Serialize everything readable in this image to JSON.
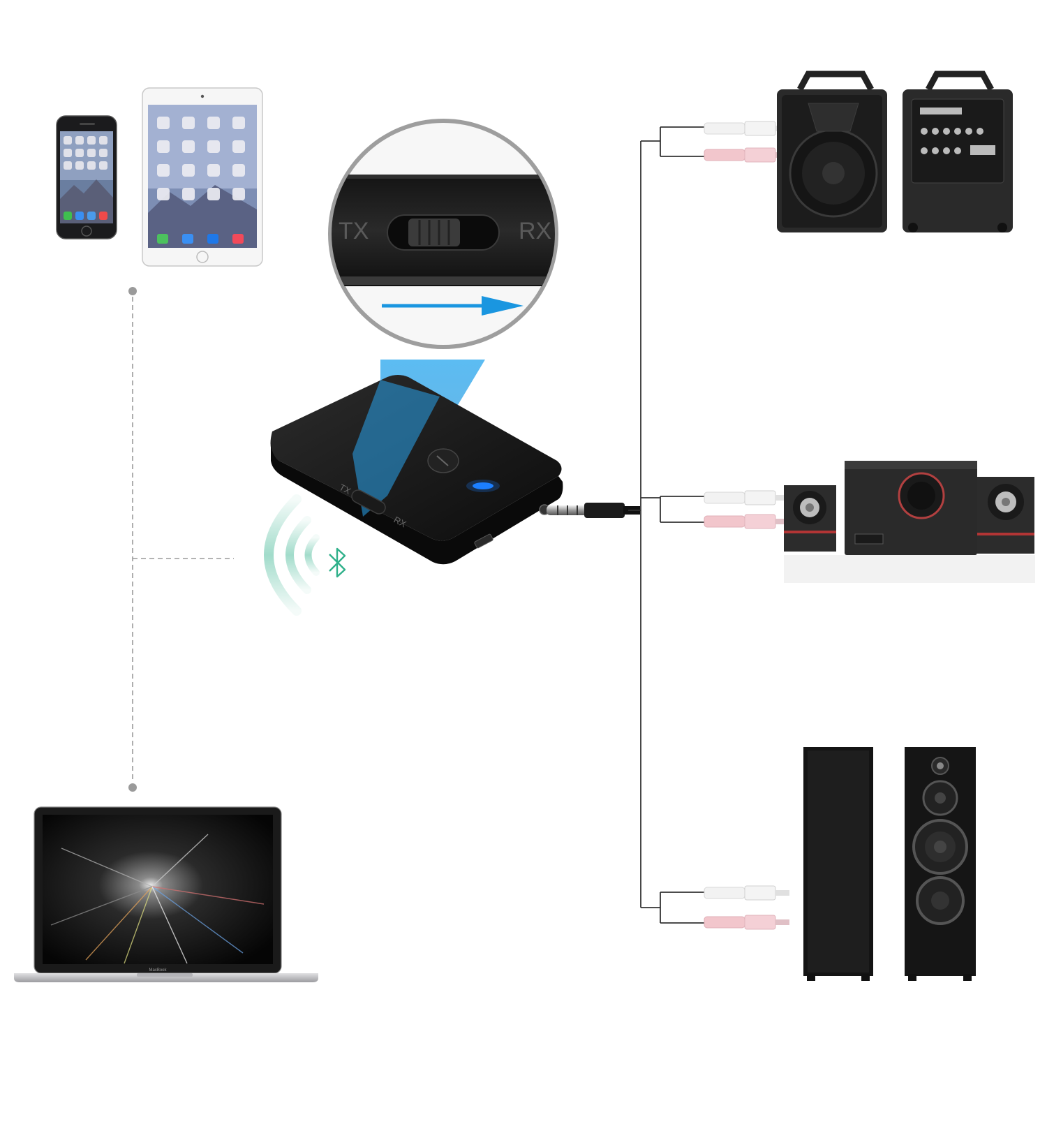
{
  "switch": {
    "tx_label": "TX",
    "rx_label": "RX"
  },
  "device": {
    "tx_label": "TX",
    "rx_label": "RX"
  },
  "laptop": {
    "brand_label": "MacBook"
  },
  "colors": {
    "arrow": "#1a96e0",
    "bluetooth": "#2fb08a",
    "led": "#1c7fff",
    "connector_line": "#333333",
    "dashed_line": "#9a9a9a",
    "rca_white": "#f2f2f2",
    "rca_red": "#f2c6cc"
  },
  "icons": {
    "bluetooth": "bluetooth-icon",
    "signal": "wireless-signal-icon",
    "arrow": "arrow-right-icon"
  }
}
